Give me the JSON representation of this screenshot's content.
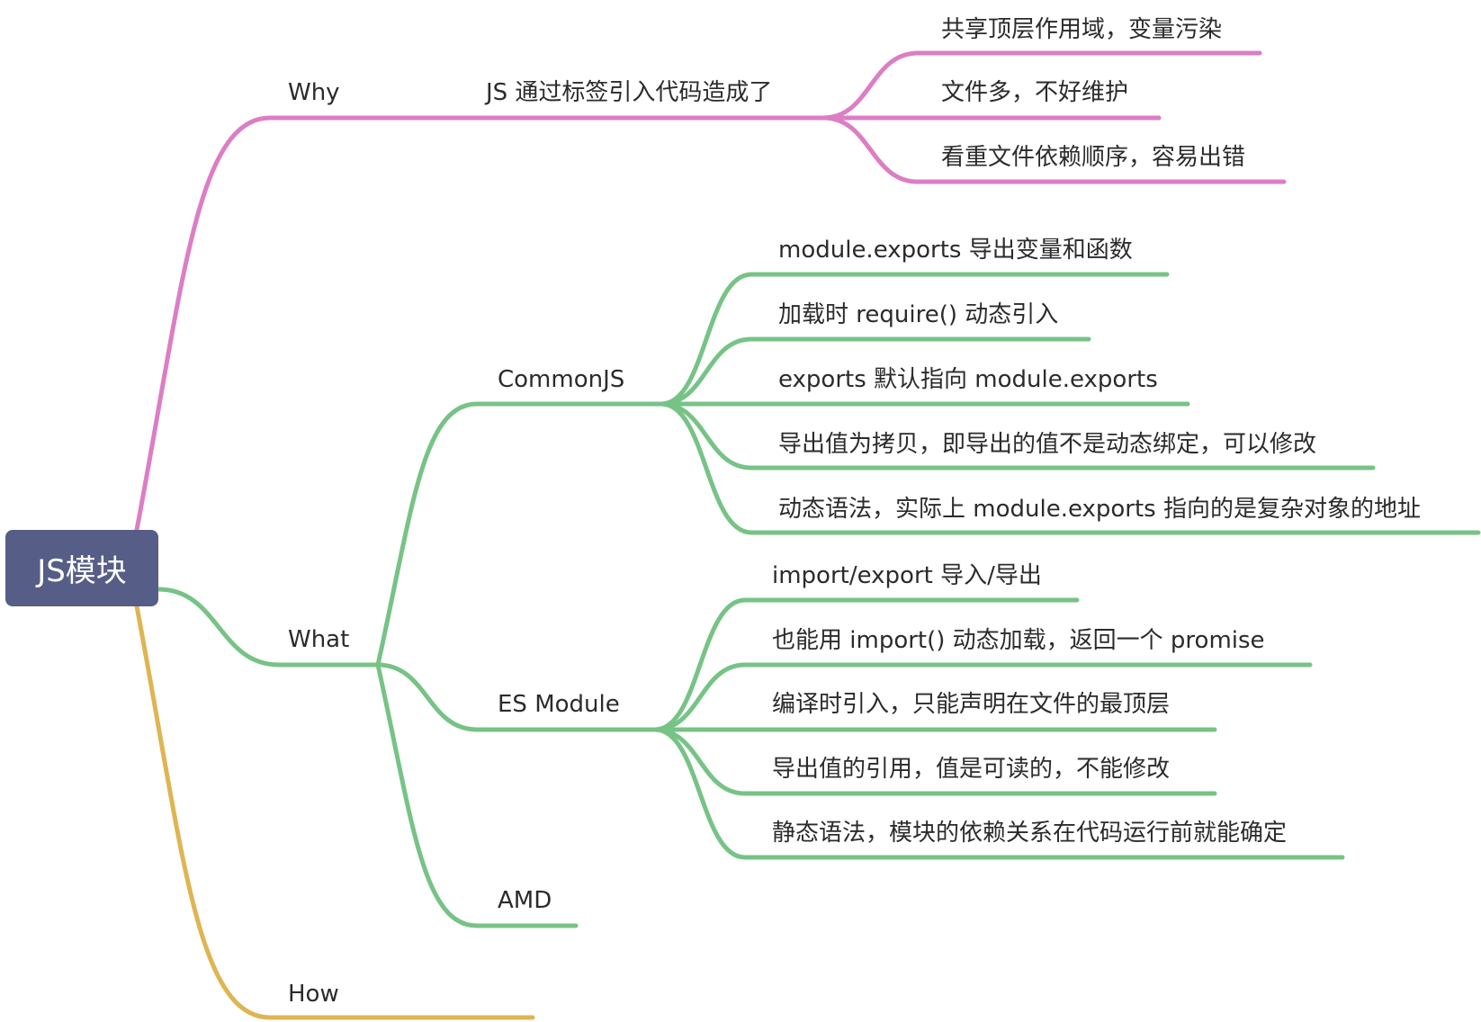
{
  "root": {
    "label": "JS模块",
    "color": "#565e87"
  },
  "branch_colors": {
    "why": "#dc7ec4",
    "what": "#77c386",
    "how": "#dfb553"
  },
  "branches": {
    "why": {
      "label": "Why",
      "child": {
        "label": "JS 通过标签引入代码造成了",
        "items": [
          "共享顶层作用域，变量污染",
          "文件多，不好维护",
          "看重文件依赖顺序，容易出错"
        ]
      }
    },
    "what": {
      "label": "What",
      "commonjs": {
        "label": "CommonJS",
        "items": [
          "module.exports 导出变量和函数",
          "加载时 require() 动态引入",
          "exports 默认指向 module.exports",
          "导出值为拷贝，即导出的值不是动态绑定，可以修改",
          "动态语法，实际上 module.exports 指向的是复杂对象的地址"
        ]
      },
      "esmodule": {
        "label": "ES Module",
        "items": [
          "import/export 导入/导出",
          "也能用 import() 动态加载，返回一个 promise",
          "编译时引入，只能声明在文件的最顶层",
          "导出值的引用，值是可读的，不能修改",
          "静态语法，模块的依赖关系在代码运行前就能确定"
        ]
      },
      "amd": {
        "label": "AMD"
      }
    },
    "how": {
      "label": "How"
    }
  }
}
